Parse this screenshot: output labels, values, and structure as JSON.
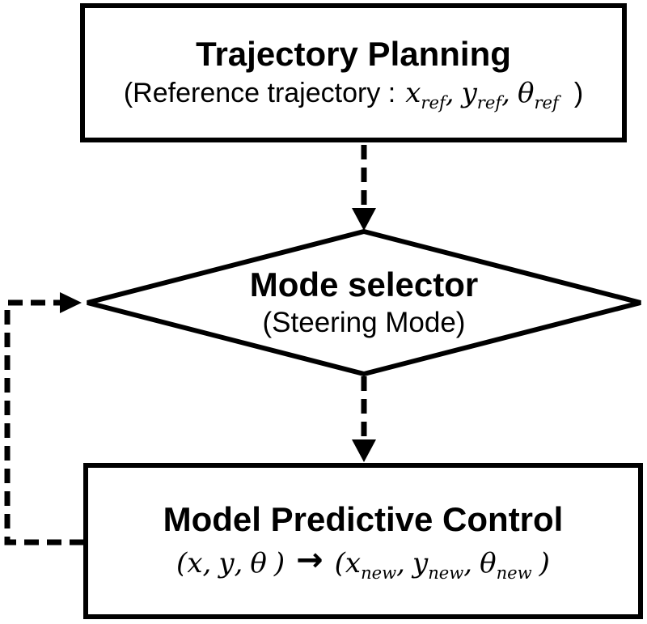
{
  "nodes": {
    "trajectory_planning": {
      "title": "Trajectory Planning",
      "subtitle_prefix": "(Reference trajectory :",
      "subtitle_suffix": ")",
      "vars": [
        {
          "base": "x",
          "sub": "ref",
          "sep": ","
        },
        {
          "base": "y",
          "sub": "ref",
          "sep": ","
        },
        {
          "base": "θ",
          "sub": "ref",
          "sep": ""
        }
      ]
    },
    "mode_selector": {
      "title": "Mode selector",
      "subtitle": "(Steering Mode)"
    },
    "model_predictive_control": {
      "title": "Model Predictive Control",
      "open_paren": "(",
      "close_paren": ")",
      "input_vars": [
        {
          "base": "x",
          "sub": "",
          "sep": ","
        },
        {
          "base": "y",
          "sub": "",
          "sep": ","
        },
        {
          "base": "θ",
          "sub": "",
          "sep": ""
        }
      ],
      "arrow": "→",
      "output_vars": [
        {
          "base": "x",
          "sub": "new",
          "sep": ","
        },
        {
          "base": "y",
          "sub": "new",
          "sep": ","
        },
        {
          "base": "θ",
          "sub": "new",
          "sep": ""
        }
      ]
    }
  },
  "edges": {
    "planning_to_selector": "dashed arrow down",
    "selector_to_mpc": "dashed arrow down",
    "mpc_feedback_to_selector": "dashed feedback loop left"
  },
  "colors": {
    "stroke": "#000000",
    "background": "#ffffff",
    "text": "#000000"
  }
}
